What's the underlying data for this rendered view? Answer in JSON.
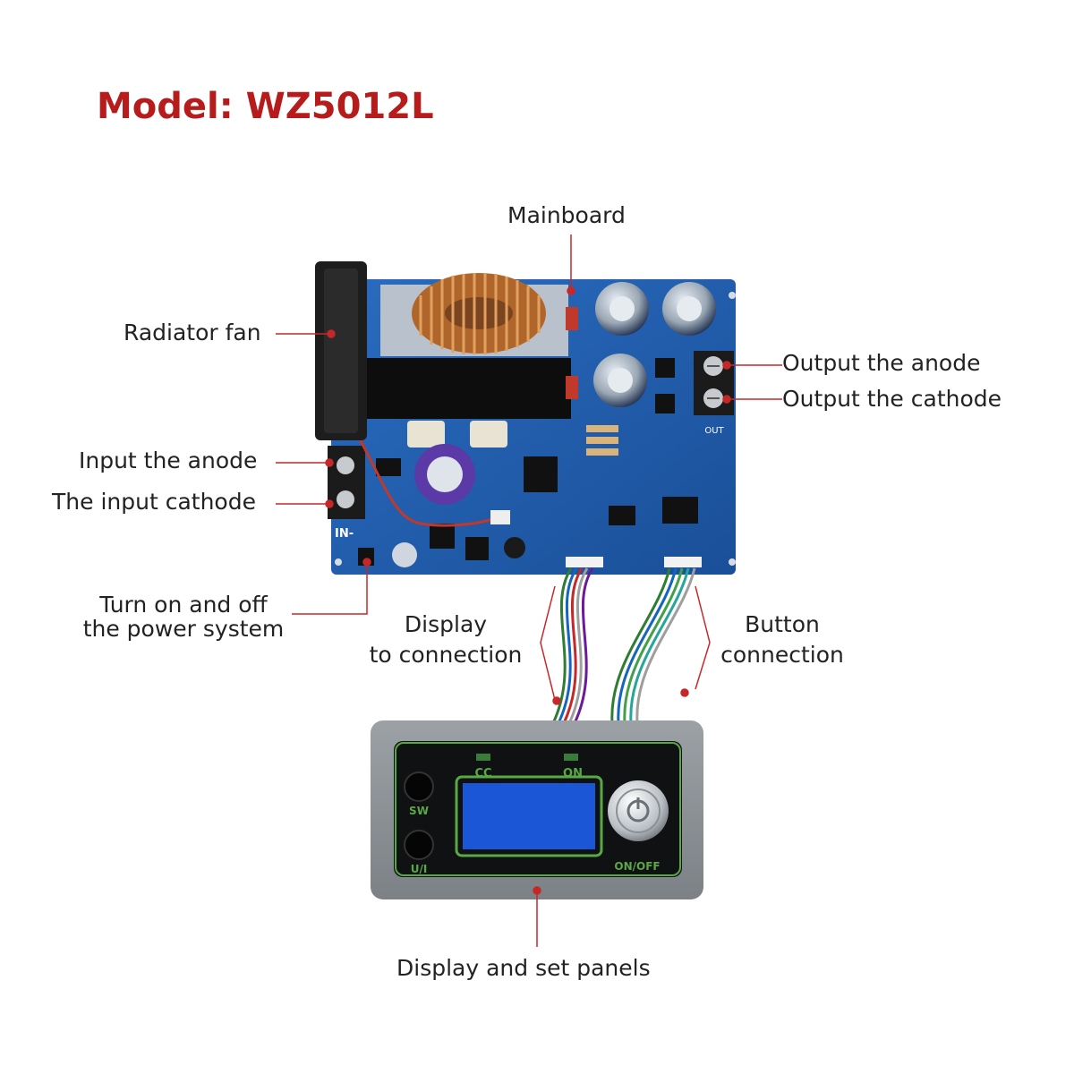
{
  "title": "Model: WZ5012L",
  "labels": {
    "mainboard": "Mainboard",
    "radiator_fan": "Radiator fan",
    "output_anode": "Output the anode",
    "output_cathode": "Output the cathode",
    "input_anode": "Input the anode",
    "input_cathode": "The input cathode",
    "power_switch_line1": "Turn on and off",
    "power_switch_line2": "the power system",
    "display_conn_line1": "Display",
    "display_conn_line2": "to connection",
    "button_conn_line1": "Button",
    "button_conn_line2": "connection",
    "panel": "Display and set panels"
  },
  "board": {
    "silkscreen_in": "IN-",
    "silkscreen_out": "OUT"
  },
  "panel_device": {
    "indicator_cc": "CC",
    "indicator_on": "ON",
    "button_sw": "SW",
    "button_ui": "U/I",
    "knob_label": "ON/OFF"
  },
  "colors": {
    "title": "#b71c1c",
    "leader": "#c62828",
    "pcb": "#1f5fae",
    "panel_frame": "#8a8f94",
    "lcd": "#1a56d6",
    "lcd_border": "#5aa845"
  }
}
